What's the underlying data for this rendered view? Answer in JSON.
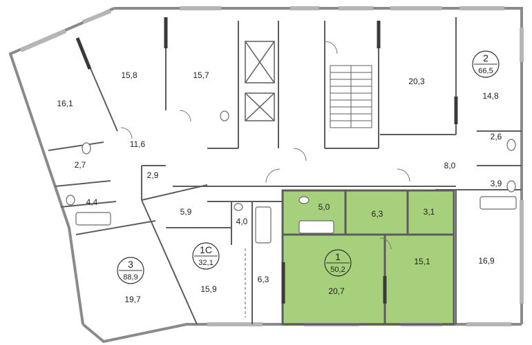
{
  "floorplan": {
    "highlight_color": "#a6d07c",
    "wall_color": "#5c5c5c",
    "window_color": "#9a9a9a",
    "apartments": [
      {
        "key": "apt1",
        "number": "1",
        "total_area": "50,2",
        "highlighted": true
      },
      {
        "key": "apt1c",
        "number": "1С",
        "total_area": "32,1",
        "highlighted": false
      },
      {
        "key": "apt2",
        "number": "2",
        "total_area": "66,5",
        "highlighted": false
      },
      {
        "key": "apt3",
        "number": "3",
        "total_area": "88,9",
        "highlighted": false
      }
    ],
    "rooms": [
      {
        "key": "r15_8",
        "area": "15,8"
      },
      {
        "key": "r15_7",
        "area": "15,7"
      },
      {
        "key": "r16_1",
        "area": "16,1"
      },
      {
        "key": "r20_3",
        "area": "20,3"
      },
      {
        "key": "r14_8",
        "area": "14,8"
      },
      {
        "key": "r11_6",
        "area": "11,6"
      },
      {
        "key": "r2_7",
        "area": "2,7"
      },
      {
        "key": "r2_9",
        "area": "2,9"
      },
      {
        "key": "r4_4",
        "area": "4,4"
      },
      {
        "key": "r2_6",
        "area": "2,6"
      },
      {
        "key": "r8_0",
        "area": "8,0"
      },
      {
        "key": "r3_9",
        "area": "3,9"
      },
      {
        "key": "r5_9",
        "area": "5,9"
      },
      {
        "key": "r4_0",
        "area": "4,0"
      },
      {
        "key": "r5_0",
        "area": "5,0"
      },
      {
        "key": "r6_3a",
        "area": "6,3"
      },
      {
        "key": "r3_1",
        "area": "3,1"
      },
      {
        "key": "r16_9",
        "area": "16,9"
      },
      {
        "key": "r15_9",
        "area": "15,9"
      },
      {
        "key": "r6_3b",
        "area": "6,3"
      },
      {
        "key": "r20_7",
        "area": "20,7"
      },
      {
        "key": "r15_1",
        "area": "15,1"
      },
      {
        "key": "r19_7",
        "area": "19,7"
      }
    ]
  }
}
